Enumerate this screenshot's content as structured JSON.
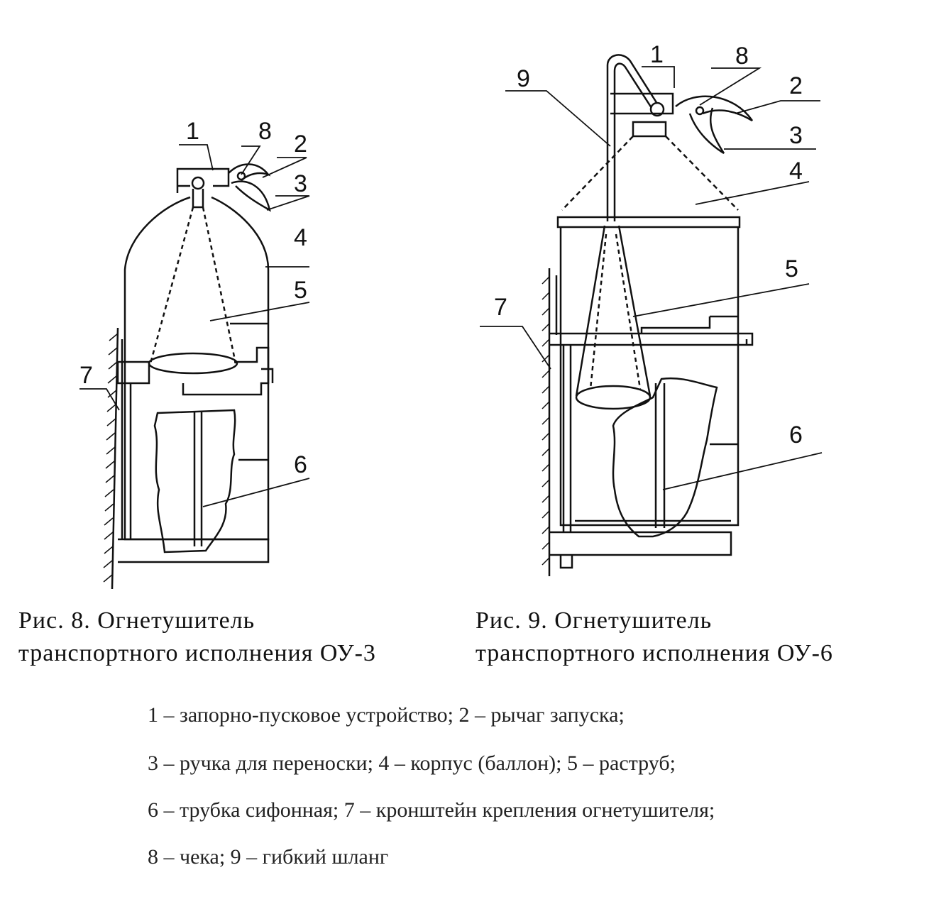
{
  "figures": [
    {
      "id": "fig8",
      "caption_line1": "Рис. 8. Огнетушитель",
      "caption_line2": "транспортного исполнения ОУ-3",
      "callouts": [
        "1",
        "8",
        "2",
        "3",
        "4",
        "5",
        "7",
        "6"
      ]
    },
    {
      "id": "fig9",
      "caption_line1": "Рис. 9. Огнетушитель",
      "caption_line2": "транспортного исполнения ОУ-6",
      "callouts": [
        "9",
        "1",
        "8",
        "2",
        "3",
        "4",
        "5",
        "7",
        "6"
      ]
    }
  ],
  "legend": [
    "1 – запорно-пусковое устройство; 2 – рычаг запуска;",
    "3 – ручка для переноски; 4 – корпус (баллон); 5 – раструб;",
    "6 – трубка сифонная; 7 – кронштейн крепления огнетушителя;",
    "8 – чека; 9 – гибкий шланг"
  ]
}
